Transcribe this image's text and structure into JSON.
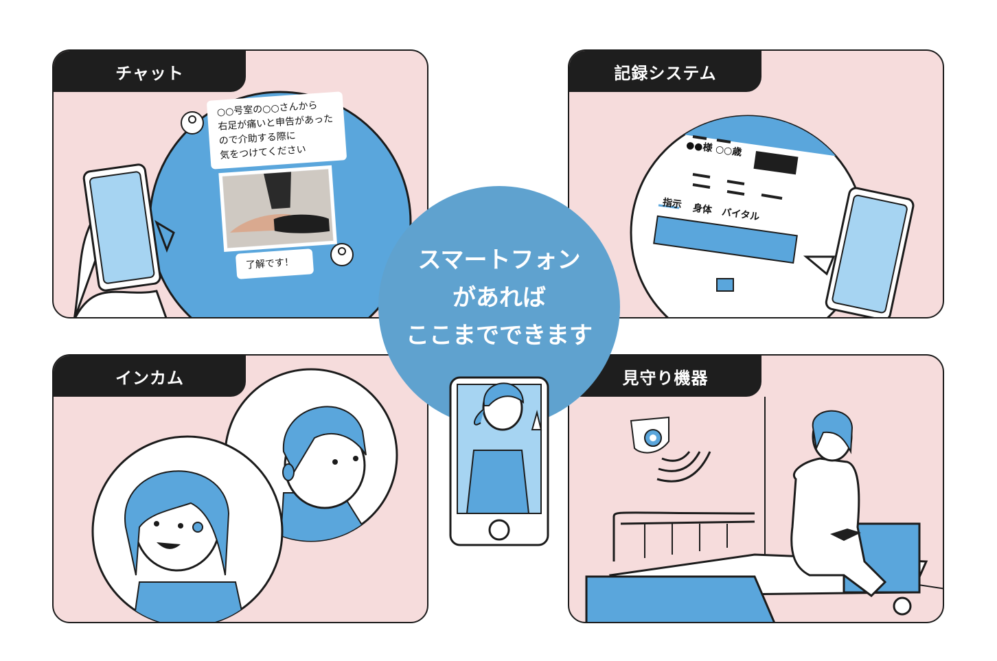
{
  "center": {
    "line1": "スマートフォン",
    "line2": "があれば",
    "line3": "ここまでできます"
  },
  "panels": {
    "chat": {
      "title": "チャット",
      "message_lines": [
        "○○号室の○○さんから",
        "右足が痛いと申告があった",
        "ので介助する際に",
        "気をつけてください"
      ],
      "reply": "了解です！"
    },
    "records": {
      "title": "記録システム",
      "patient": "●●様 ○○歳",
      "tabs": [
        "指示",
        "身体",
        "バイタル"
      ]
    },
    "intercom": {
      "title": "インカム"
    },
    "monitor": {
      "title": "見守り機器"
    }
  },
  "colors": {
    "pink": "#f6dcdc",
    "blue": "#5aa6dc",
    "dark": "#1e1e1e",
    "center": "#5fa2cf"
  }
}
